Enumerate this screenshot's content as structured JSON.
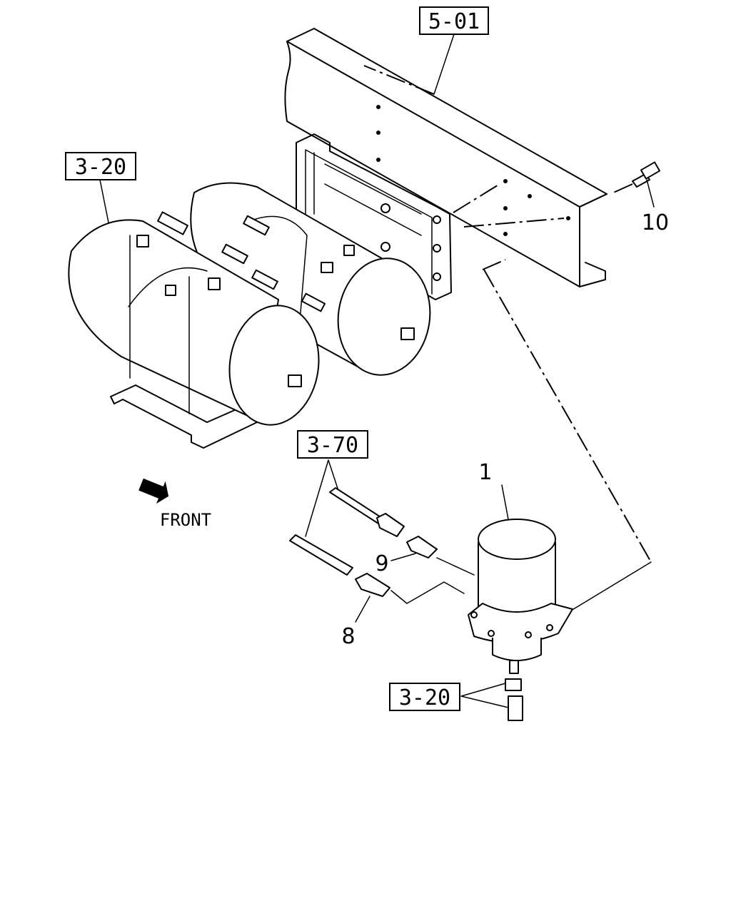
{
  "diagram": {
    "references": {
      "frame": "5-01",
      "tanks": "3-20",
      "pipes": "3-70",
      "drain": "3-20"
    },
    "callouts": {
      "dryer": "1",
      "connector_8": "8",
      "connector_9": "9",
      "bolt": "10"
    },
    "direction": "FRONT"
  }
}
